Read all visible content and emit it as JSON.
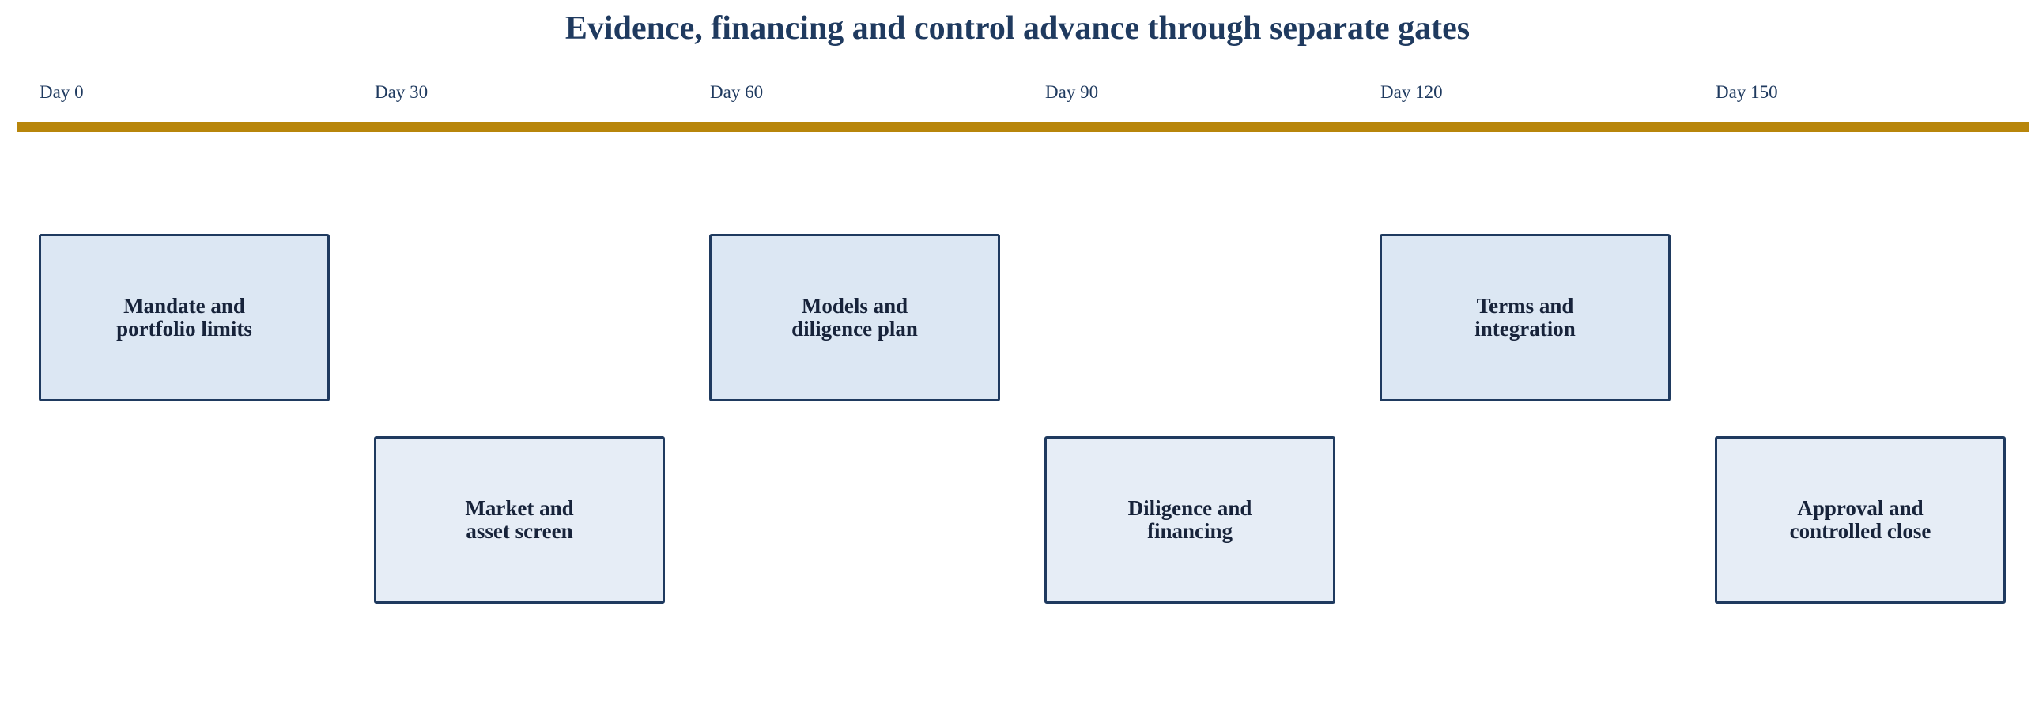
{
  "title": "Evidence, financing and control advance through separate gates",
  "timeline": {
    "color": "#b8860b",
    "ticks": [
      "Day 0",
      "Day 30",
      "Day 60",
      "Day 90",
      "Day 120",
      "Day 150"
    ]
  },
  "stages": [
    {
      "label": "Mandate and\nportfolio limits",
      "day": "Day 0"
    },
    {
      "label": "Market and\nasset screen",
      "day": "Day 30"
    },
    {
      "label": "Models and\ndiligence plan",
      "day": "Day 60"
    },
    {
      "label": "Diligence and\nfinancing",
      "day": "Day 90"
    },
    {
      "label": "Terms and\nintegration",
      "day": "Day 120"
    },
    {
      "label": "Approval and\ncontrolled close",
      "day": "Day 150"
    }
  ],
  "colors": {
    "title": "#1f3a5f",
    "box_border": "#1f3a5f",
    "box_fill_upper": "#dce7f3",
    "box_fill_lower": "#e6edf6",
    "label_text": "#17233a"
  }
}
